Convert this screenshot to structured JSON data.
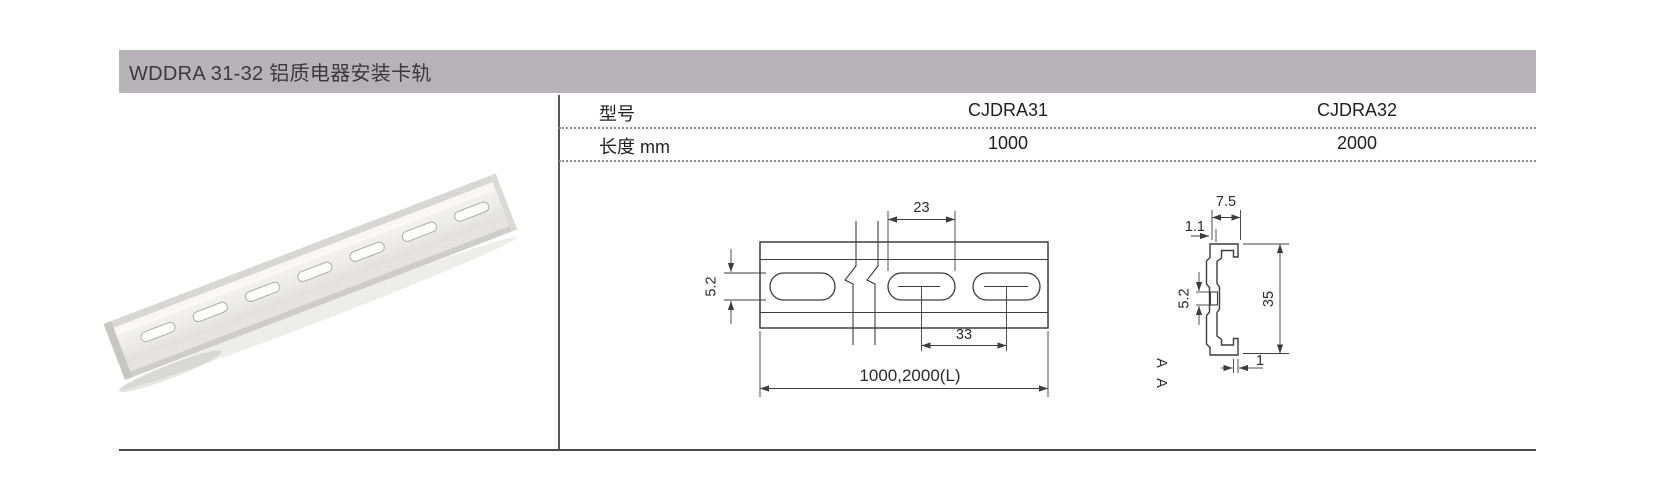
{
  "header": {
    "title": "WDDRA 31-32 铝质电器安装卡轨"
  },
  "spec_table": {
    "rows": [
      {
        "label": "型号",
        "col1": "CJDRA31",
        "col2": "CJDRA32"
      },
      {
        "label": "长度 mm",
        "col1": "1000",
        "col2": "2000"
      }
    ]
  },
  "top_view": {
    "dim_slot_length": "23",
    "dim_slot_width": "5.2",
    "dim_slot_pitch": "33",
    "dim_total_length": "1000,2000(L)"
  },
  "section_view": {
    "dim_depth": "7.5",
    "dim_lip": "1.1",
    "dim_slot": "5.2",
    "dim_height": "35",
    "dim_thickness": "1",
    "section_label_1": "A",
    "section_label_2": "A"
  },
  "colors": {
    "header_bg": "#b7b2b7",
    "header_text": "#3b393c",
    "drawing_line": "#3d3d3d",
    "table_text": "#1f1f1f",
    "bottom_rule": "#4d4b4e"
  }
}
